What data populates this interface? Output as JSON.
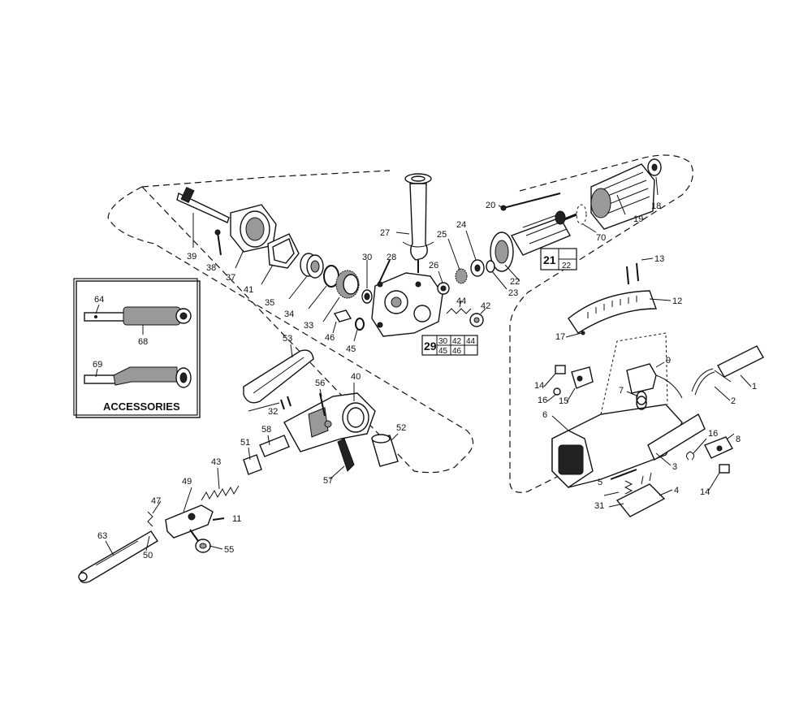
{
  "accessories": {
    "title": "ACCESSORIES"
  },
  "labels": {
    "p1": "1",
    "p2": "2",
    "p3": "3",
    "p4": "4",
    "p5": "5",
    "p6": "6",
    "p7": "7",
    "p8": "8",
    "p9": "9",
    "p11": "11",
    "p12": "12",
    "p13": "13",
    "p14a": "14",
    "p14b": "14",
    "p15": "15",
    "p16a": "16",
    "p16b": "16",
    "p17": "17",
    "p18": "18",
    "p19": "19",
    "p20": "20",
    "p22": "22",
    "p23": "23",
    "p24": "24",
    "p25": "25",
    "p26": "26",
    "p27": "27",
    "p28": "28",
    "p30": "30",
    "p31": "31",
    "p32": "32",
    "p33": "33",
    "p34": "34",
    "p35": "35",
    "p37": "37",
    "p38": "38",
    "p39": "39",
    "p40": "40",
    "p41": "41",
    "p42": "42",
    "p43": "43",
    "p44": "44",
    "p45": "45",
    "p46": "46",
    "p47": "47",
    "p49": "49",
    "p50": "50",
    "p51": "51",
    "p52": "52",
    "p53": "53",
    "p55": "55",
    "p56": "56",
    "p57": "57",
    "p58": "58",
    "p63": "63",
    "p64": "64",
    "p68": "68",
    "p69": "69",
    "p70": "70"
  },
  "box21": {
    "main": "21",
    "sub": "22"
  },
  "box29": {
    "main": "29",
    "c1": "30",
    "c2": "42",
    "c3": "44",
    "c4": "45",
    "c5": "46"
  }
}
